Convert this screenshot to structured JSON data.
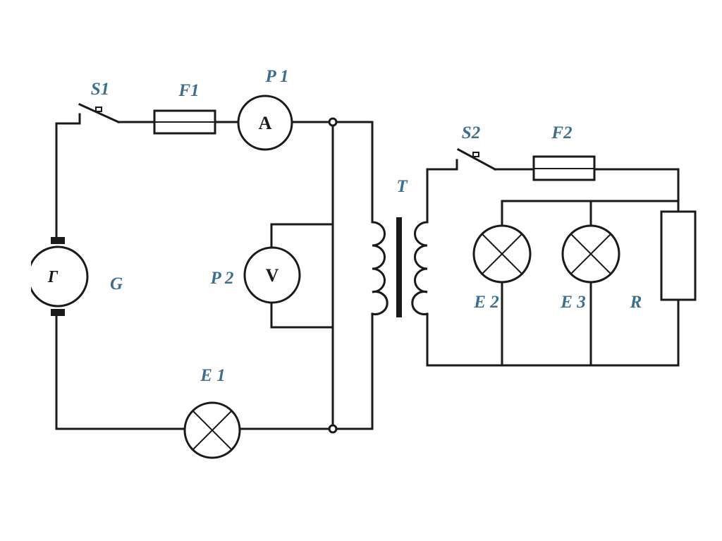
{
  "labels": {
    "s1": "S1",
    "f1": "F1",
    "p1": "P 1",
    "t": "T",
    "s2": "S2",
    "f2": "F2",
    "g": "G",
    "p2": "P 2",
    "e1": "E 1",
    "e2": "E 2",
    "e3": "E 3",
    "r": "R"
  },
  "symbols": {
    "generator": "Г",
    "ammeter": "A",
    "voltmeter": "V"
  },
  "colors": {
    "label": "#3a6f8f",
    "wire": "#1a1a1a"
  }
}
